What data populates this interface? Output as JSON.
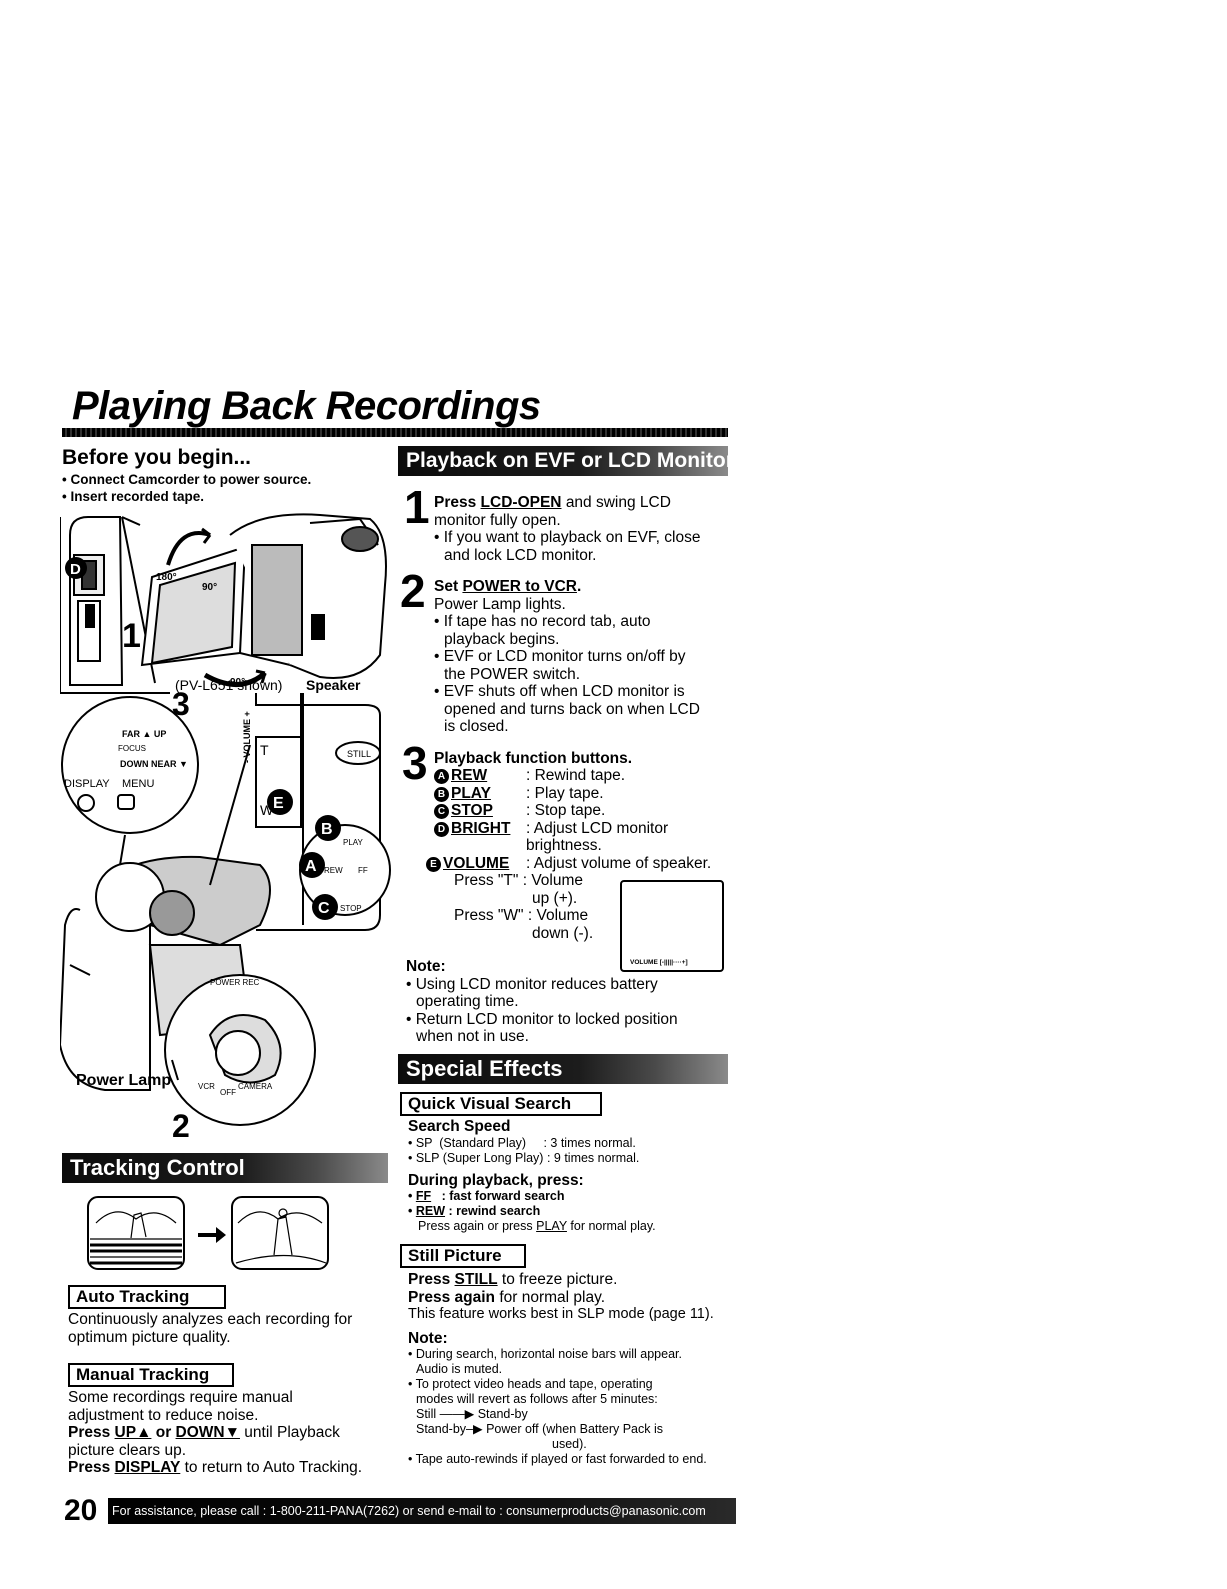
{
  "title": "Playing Back Recordings",
  "before": {
    "heading": "Before you begin...",
    "bullets": [
      "• Connect Camcorder to power source.",
      "• Insert recorded tape."
    ]
  },
  "figure_labels": {
    "shown": "(PV-L651 shown)",
    "speaker": "Speaker",
    "step1": "1",
    "step3": "3",
    "step2": "2",
    "power_lamp": "Power Lamp",
    "label_d": "D",
    "label_e": "E",
    "label_b": "B",
    "label_a": "A",
    "label_c": "C",
    "deg180": "180°",
    "deg90a": "90°",
    "deg90b": "90°",
    "far_up": "FAR ▲ UP",
    "focus": "FOCUS",
    "down_near": "DOWN NEAR ▼",
    "display": "DISPLAY",
    "menu": "MENU",
    "volume": "- VOLUME +",
    "t": "T",
    "w": "W",
    "still": "STILL",
    "play": "PLAY",
    "rew": "REW",
    "ff": "FF",
    "stop": "STOP",
    "power_rec": "POWER REC",
    "vcr": "VCR",
    "off": "OFF",
    "camera": "CAMERA"
  },
  "tracking": {
    "banner": "Tracking Control",
    "auto_heading": "Auto Tracking",
    "auto_text": [
      "Continuously analyzes each recording for",
      "optimum picture quality."
    ],
    "manual_heading": "Manual Tracking",
    "manual_text": [
      "Some recordings require manual",
      "adjustment to reduce noise."
    ],
    "press": "Press",
    "up": "UP▲",
    "or": "or",
    "down": "DOWN▼",
    "until": "until Playback",
    "clears": "picture clears up.",
    "press2": "Press",
    "display": "DISPLAY",
    "return_text": "to return to Auto Tracking."
  },
  "playback": {
    "banner": "Playback on EVF or LCD Monitor",
    "step1": {
      "num": "1",
      "press": "Press",
      "key": "LCD-OPEN",
      "rest": "and swing LCD",
      "line2": "monitor fully open.",
      "bullet1": "• If you want to playback on EVF, close",
      "bullet1b": "and lock LCD monitor."
    },
    "step2": {
      "num": "2",
      "set": "Set",
      "key": "POWER to VCR",
      "dot": ".",
      "line1": "Power Lamp lights.",
      "b1": "• If tape has no record tab, auto",
      "b1b": "playback begins.",
      "b2": "• EVF or LCD monitor turns on/off by",
      "b2b": "the POWER switch.",
      "b3": "• EVF shuts off when LCD monitor is",
      "b3b": "opened and turns back on when LCD",
      "b3c": "is closed."
    },
    "step3": {
      "num": "3",
      "heading": "Playback function buttons.",
      "rows": [
        {
          "circle": "A",
          "key": "REW",
          "desc": ": Rewind tape."
        },
        {
          "circle": "B",
          "key": "PLAY",
          "desc": ": Play tape."
        },
        {
          "circle": "C",
          "key": "STOP",
          "desc": ": Stop tape."
        },
        {
          "circle": "D",
          "key": "BRIGHT",
          "desc": ": Adjust LCD monitor"
        }
      ],
      "bright_cont": "brightness.",
      "vol_circle": "E",
      "vol_key": "VOLUME",
      "vol_desc": ": Adjust volume of speaker.",
      "press_t": "Press \"T\" : Volume",
      "up": "up (+).",
      "press_w": "Press \"W\" : Volume",
      "down": "down (-).",
      "screen_text": "VOLUME [-|||||····+]"
    },
    "note_heading": "Note:",
    "notes": [
      "• Using LCD monitor reduces battery",
      "operating time.",
      "• Return LCD monitor to locked position",
      "when not in use."
    ]
  },
  "special": {
    "banner": "Special Effects",
    "qvs_heading": "Quick Visual Search",
    "speed_heading": "Search Speed",
    "sp": "• SP  (Standard Play)     : 3 times normal.",
    "slp": "• SLP (Super Long Play) : 9 times normal.",
    "during": "During playback, press:",
    "ff_key": "FF",
    "ff_desc": ": fast forward search",
    "rew_key": "REW",
    "rew_desc": ": rewind search",
    "again": "Press again or press",
    "play_key": "PLAY",
    "again_rest": "for normal play.",
    "still_heading": "Still Picture",
    "press_still_a": "Press",
    "still_key": "STILL",
    "press_still_b": "to freeze picture.",
    "press_again": "Press again",
    "normal_play": "for normal play.",
    "slp_note": "This feature works best in SLP mode (page 11).",
    "note_heading": "Note:",
    "notes": [
      "• During search, horizontal noise bars will appear.",
      "Audio is muted.",
      "• To protect video heads and tape, operating",
      "modes will revert as follows after 5 minutes:",
      "Still ——▶ Stand-by",
      "Stand-by–▶ Power off (when Battery Pack is",
      "used).",
      "• Tape auto-rewinds if played or fast forwarded to end."
    ]
  },
  "footer": {
    "page": "20",
    "assist": "For assistance, please call : 1-800-211-PANA(7262) or send e-mail to : consumerproducts@panasonic.com"
  }
}
